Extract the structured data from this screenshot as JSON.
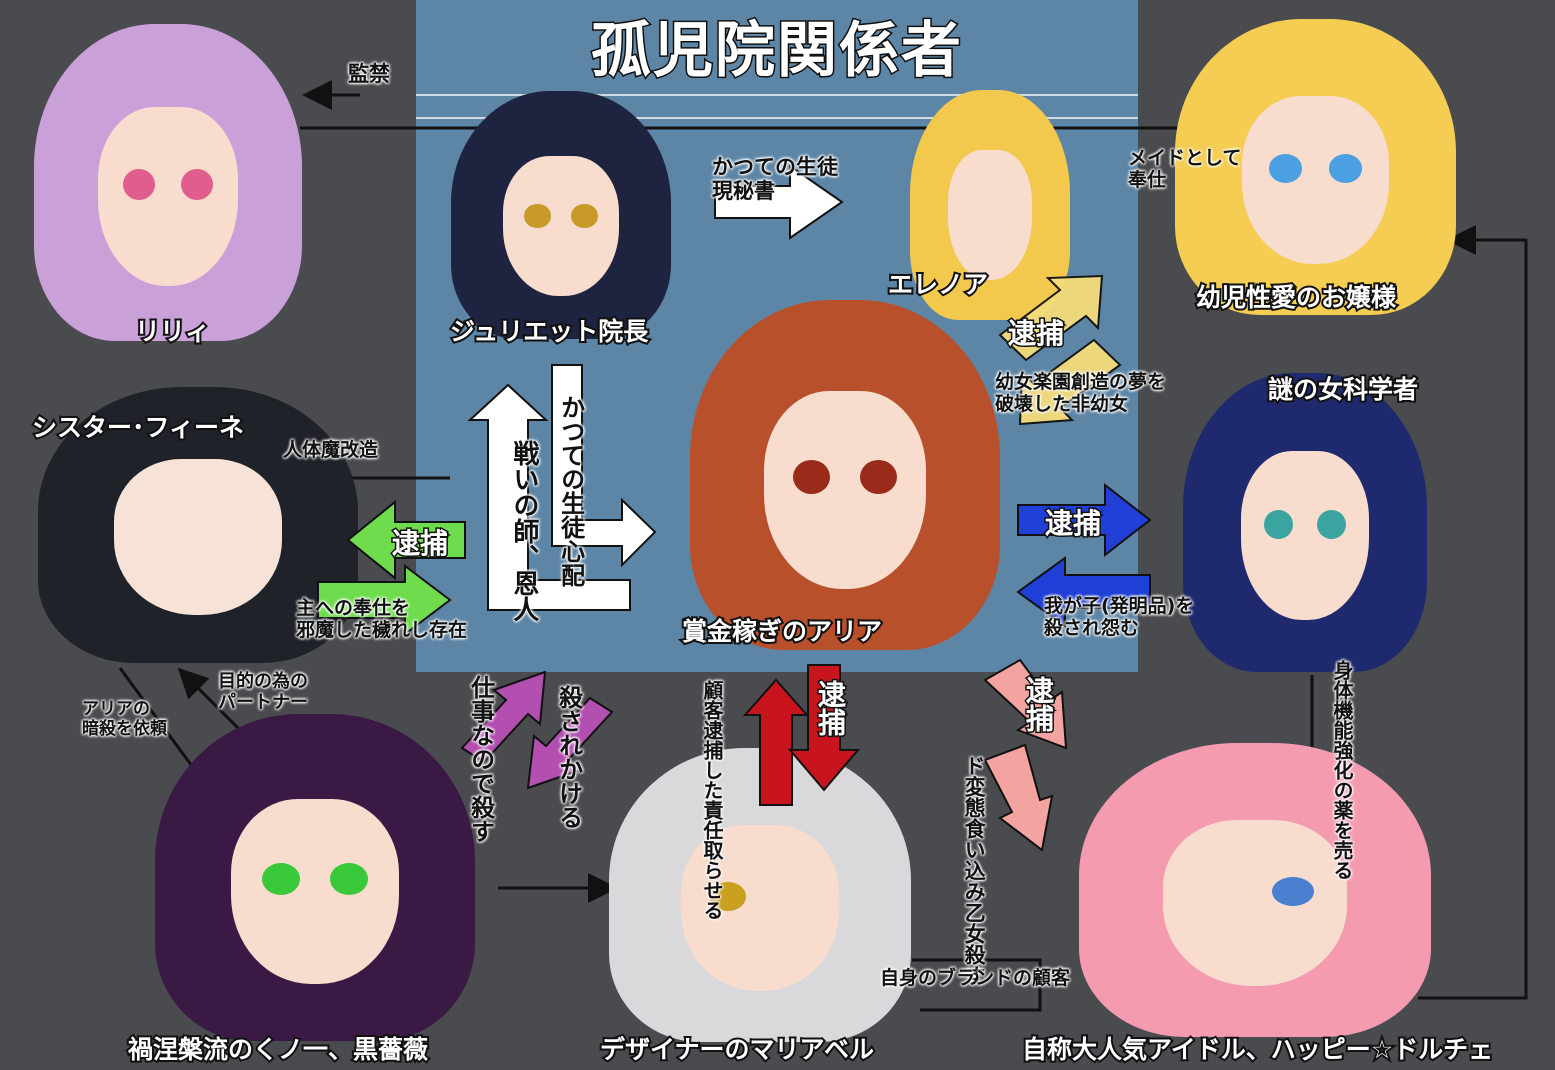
{
  "title": "孤児院関係者",
  "characters": {
    "lily": "リリィ",
    "juliet": "ジュリエット院長",
    "eleanor": "エレノア",
    "ojousama": "幼児性愛のお嬢様",
    "sister": "シスター･フィーネ",
    "aria": "賞金稼ぎのアリア",
    "scientist": "謎の女科学者",
    "kuroibara": "禍涅槃流のくノ一、黒薔薇",
    "mariabell": "デザイナーのマリアベル",
    "happy": "自称大人気アイドル、ハッピー☆ドルチェ"
  },
  "relations": {
    "kankin": "監禁",
    "maid_1": "メイドとして",
    "maid_2": "奉仕",
    "former_student_1": "かつての生徒",
    "former_student_2": "現秘書",
    "taiho": "逮捕",
    "yojo_1": "幼女楽園創造の夢を",
    "yojo_2": "破壊した非幼女",
    "worry": "かつての生徒心配",
    "mentor": "戦いの師、恩人",
    "jintai": "人体魔改造",
    "shu_1": "主への奉仕を",
    "shu_2": "邪魔した穢れし存在",
    "waga_1": "我が子(発明品)を",
    "waga_2": "殺され怨む",
    "kusuri": "身体機能強化の薬を売る",
    "ansatsu_1": "アリアの",
    "ansatsu_2": "暗殺を依頼",
    "partner_1": "目的の為の",
    "partner_2": "パートナー",
    "shigoto": "仕事なので殺す",
    "korosare": "殺されかける",
    "kokyaku_taiho": "顧客逮捕した責任取らせる",
    "dohentai": "ド変態食い込み乙女殺す",
    "brand": "自身のブランドの顧客"
  },
  "colors": {
    "panel": "#5d86a6",
    "background": "#4a4b4e",
    "green_arrow": "#6fdc4e",
    "blue_arrow": "#1f3fd6",
    "yellow_arrow": "#f5dc7a",
    "purple_arrow": "#b24fb0",
    "red_arrow": "#c8141c",
    "pink_arrow": "#f3a3a0",
    "white_arrow": "#ffffff"
  }
}
